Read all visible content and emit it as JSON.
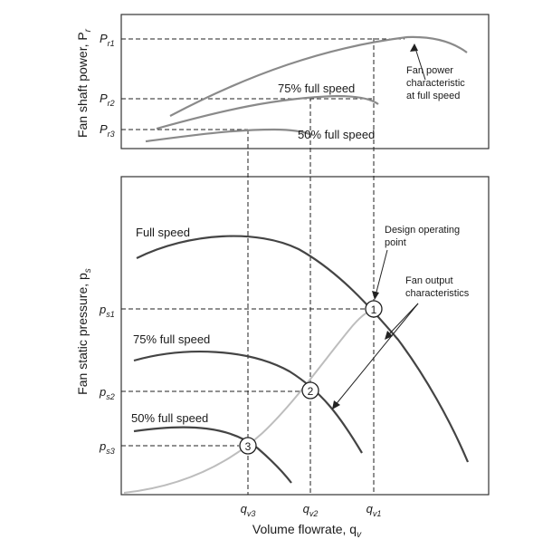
{
  "top_panel": {
    "y_axis_label": "Fan shaft power, P",
    "y_axis_label_sub": "r",
    "tick_labels": [
      {
        "main": "P",
        "sub": "r1"
      },
      {
        "main": "P",
        "sub": "r2"
      },
      {
        "main": "P",
        "sub": "r3"
      }
    ],
    "curve_labels": {
      "speed_75": "75% full speed",
      "speed_50": "50% full speed",
      "full_power_line1": "Fan power",
      "full_power_line2": "characteristic",
      "full_power_line3": "at full speed"
    }
  },
  "bottom_panel": {
    "y_axis_label": "Fan static pressure, p",
    "y_axis_label_sub": "s",
    "tick_labels": [
      {
        "main": "p",
        "sub": "s1"
      },
      {
        "main": "p",
        "sub": "s2"
      },
      {
        "main": "p",
        "sub": "s3"
      }
    ],
    "curve_labels": {
      "full": "Full speed",
      "speed_75": "75% full speed",
      "speed_50": "50% full speed"
    },
    "annotations": {
      "design_line1": "Design operating",
      "design_line2": "point",
      "output_line1": "Fan output",
      "output_line2": "characteristics"
    },
    "points": [
      "1",
      "2",
      "3"
    ]
  },
  "x_axis": {
    "label": "Volume flowrate, q",
    "label_sub": "v",
    "tick_labels": [
      {
        "main": "q",
        "sub": "v3"
      },
      {
        "main": "q",
        "sub": "v2"
      },
      {
        "main": "q",
        "sub": "v1"
      }
    ]
  }
}
